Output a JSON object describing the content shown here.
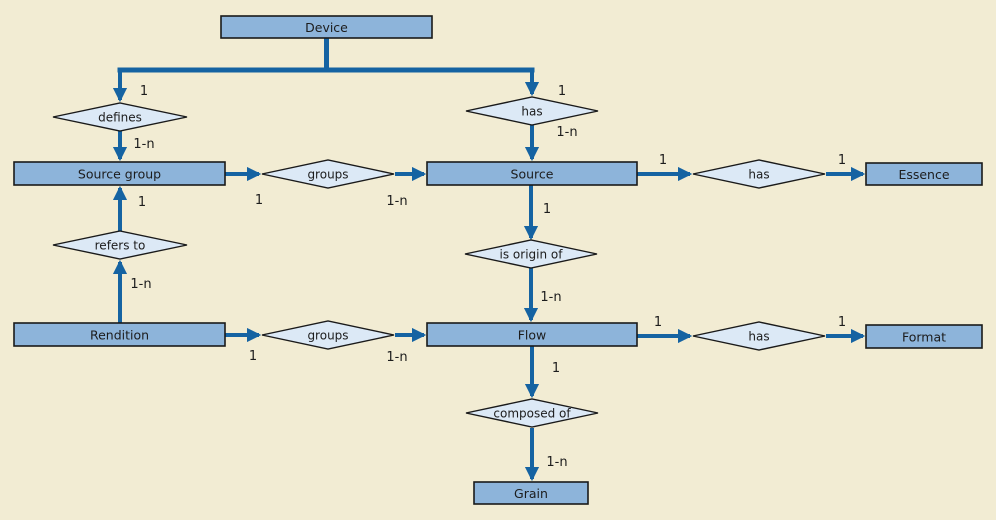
{
  "colors": {
    "background": "#f2ecd3",
    "entity_fill": "#8db4da",
    "entity_border": "#1a1a1a",
    "diamond_fill": "#dce9f6",
    "diamond_border": "#1a1a1a",
    "connector": "#1563a2",
    "text": "#1c1c1c"
  },
  "entities": {
    "device": {
      "label": "Device"
    },
    "source_group": {
      "label": "Source group"
    },
    "source": {
      "label": "Source"
    },
    "essence": {
      "label": "Essence"
    },
    "rendition": {
      "label": "Rendition"
    },
    "flow": {
      "label": "Flow"
    },
    "format": {
      "label": "Format"
    },
    "grain": {
      "label": "Grain"
    }
  },
  "relationships": {
    "defines": {
      "label": "defines"
    },
    "has_source": {
      "label": "has"
    },
    "groups_sources": {
      "label": "groups"
    },
    "has_essence": {
      "label": "has"
    },
    "refers_to": {
      "label": "refers to"
    },
    "is_origin_of": {
      "label": "is origin of"
    },
    "groups_flows": {
      "label": "groups"
    },
    "has_format": {
      "label": "has"
    },
    "composed_of": {
      "label": "composed of"
    }
  },
  "cardinalities": {
    "device_defines": "1",
    "defines_source_group": "1-n",
    "device_has": "1",
    "has_source": "1-n",
    "source_group_groups": "1",
    "groups_source": "1-n",
    "source_has": "1",
    "has_essence": "1",
    "refers_to_source_group": "1",
    "rendition_refers_to": "1-n",
    "source_is_origin": "1",
    "is_origin_flow": "1-n",
    "rendition_groups": "1",
    "groups_flow": "1-n",
    "flow_has": "1",
    "has_format": "1",
    "flow_composed_of": "1",
    "composed_of_grain": "1-n"
  }
}
